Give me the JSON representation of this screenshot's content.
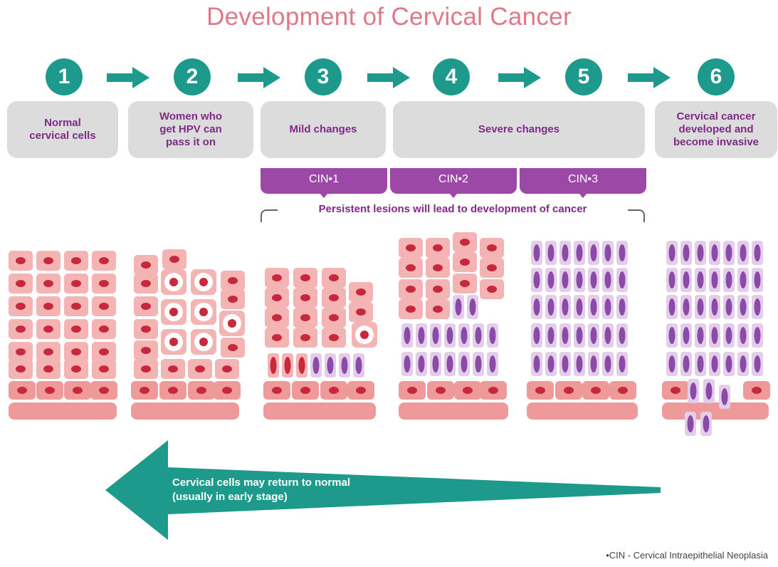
{
  "title": "Development of Cervical Cancer",
  "colors": {
    "teal": "#1d9a8c",
    "purple": "#9c48a6",
    "purple_text": "#7e2a86",
    "title_pink": "#e0788a",
    "cell_pink": "#f4b4b4",
    "nucleus_red": "#c8283c",
    "abnormal_nucleus": "#8a4aa8",
    "box_gray": "#dcdcdc"
  },
  "steps": [
    {
      "number": "1",
      "label": "Normal\ncervical cells"
    },
    {
      "number": "2",
      "label": "Women who\nget HPV can\npass it on"
    },
    {
      "number": "3",
      "label": "Mild changes"
    },
    {
      "number": "4",
      "label": "Severe changes"
    },
    {
      "number": "5",
      "label": ""
    },
    {
      "number": "6",
      "label": "Cervical cancer\ndeveloped and\nbecome invasive"
    }
  ],
  "cin": [
    "CIN•1",
    "CIN•2",
    "CIN•3"
  ],
  "persistent_label": "Persistent lesions will lead to development of cancer",
  "return_label": "Cervical cells may return to normal\n(usually in early stage)",
  "footnote": "•CIN - Cervical Intraepithelial Neoplasia",
  "icons": {
    "step_arrow": "arrow-right-icon",
    "return_arrow": "arrow-left-icon"
  }
}
